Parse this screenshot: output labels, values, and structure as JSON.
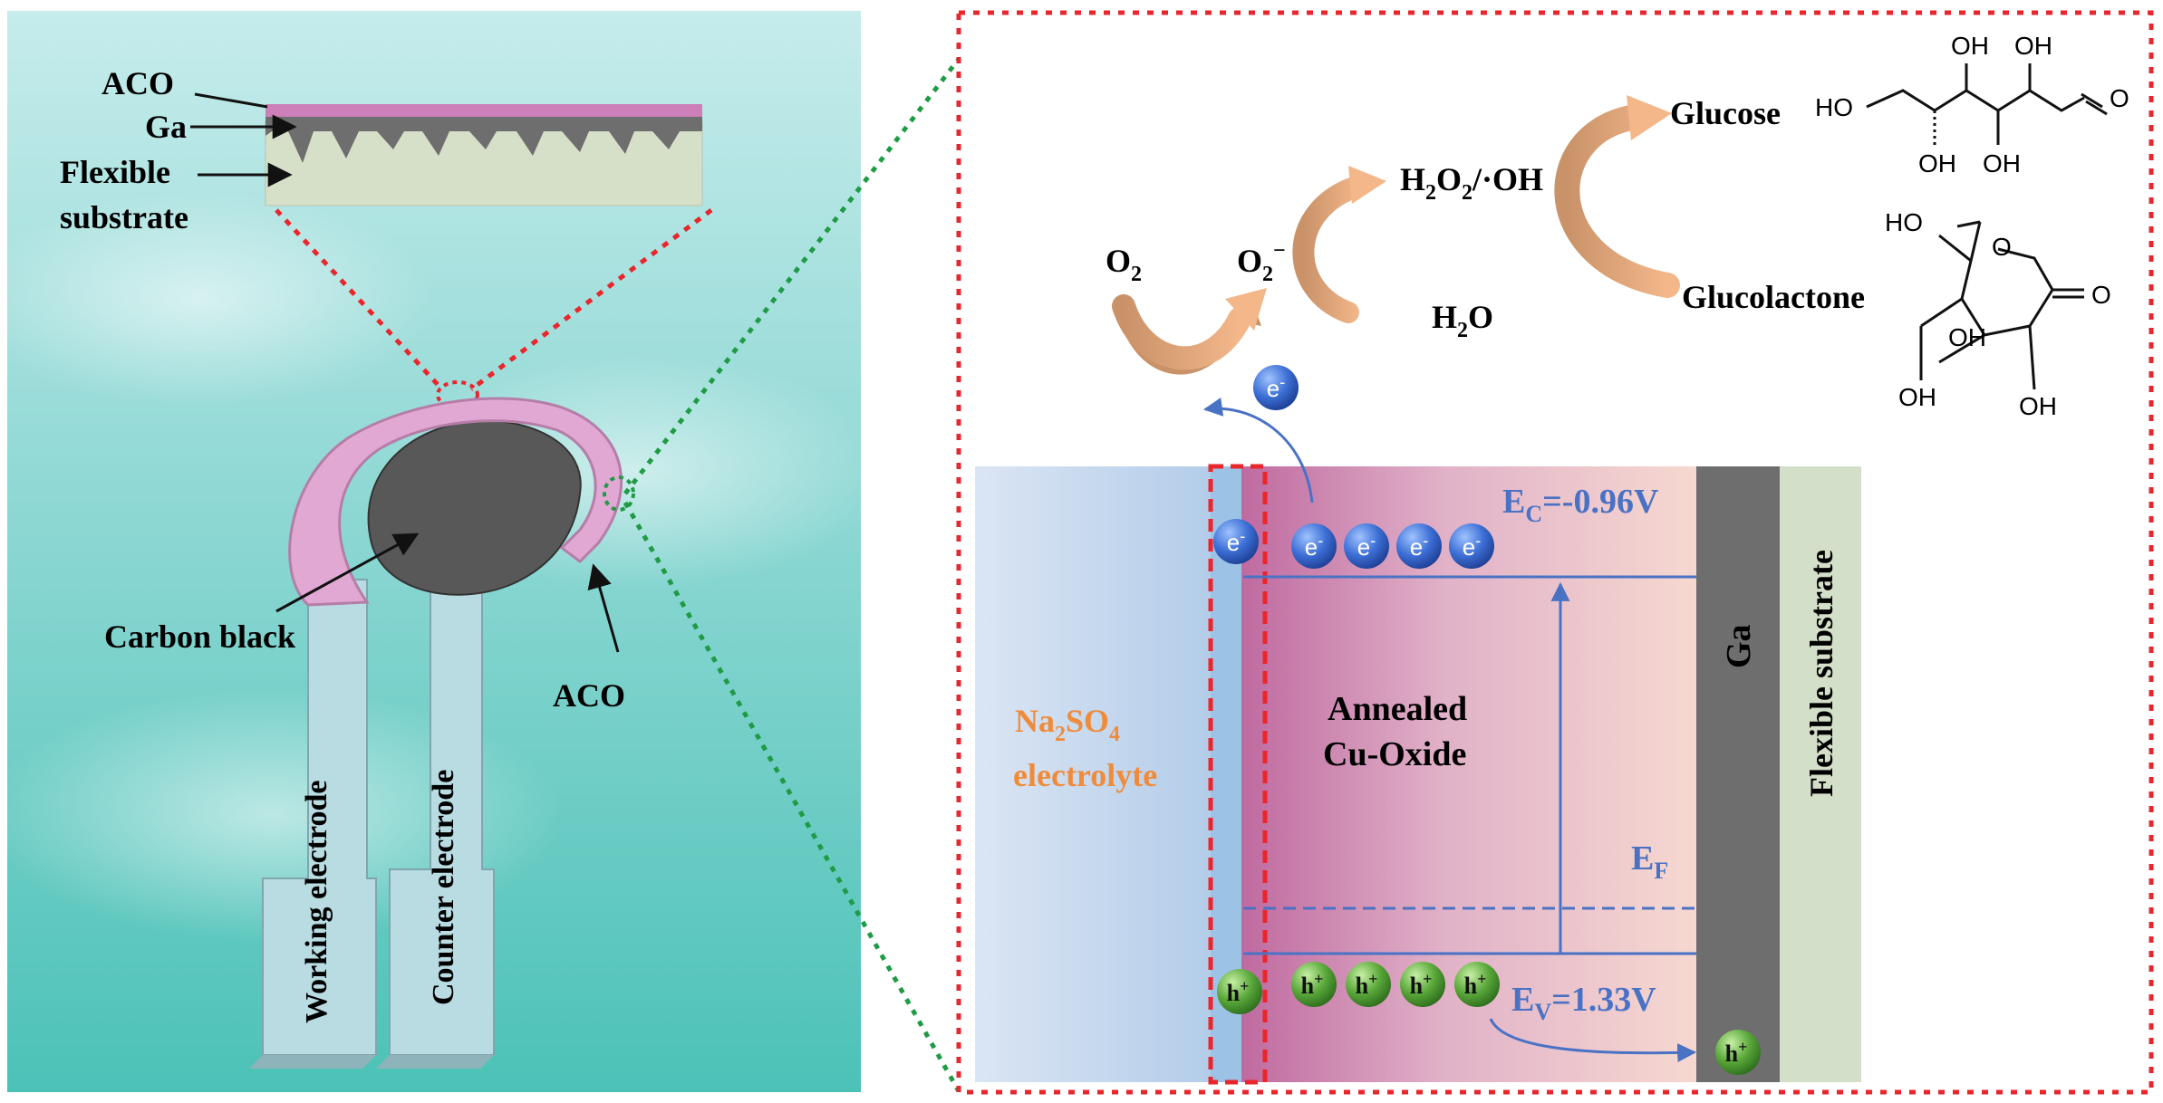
{
  "left_panel": {
    "layer_labels": {
      "aco": "ACO",
      "ga": "Ga",
      "flexible": "Flexible",
      "substrate": "substrate"
    },
    "callouts": {
      "carbon_black": "Carbon black",
      "aco": "ACO"
    },
    "electrodes": {
      "working": "Working electrode",
      "counter": "Counter electrode"
    }
  },
  "reactions": {
    "o2": {
      "base": "O",
      "sub": "2"
    },
    "superoxide": {
      "base": "O",
      "sub": "2",
      "sup": "−"
    },
    "h2o2": {
      "a": "H",
      "b": "2",
      "c": "O",
      "d": "2",
      "e": "/·OH"
    },
    "h2o": {
      "a": "H",
      "b": "2",
      "c": "O"
    },
    "glucose": "Glucose",
    "glucolactone": "Glucolactone"
  },
  "structures": {
    "ho": "HO",
    "oh": "OH",
    "o": "O"
  },
  "band_diagram": {
    "electrolyte": {
      "a": "Na",
      "b": "2",
      "c": "SO",
      "d": "4",
      "e": "electrolyte"
    },
    "semiconductor": {
      "line1": "Annealed",
      "line2": "Cu-Oxide"
    },
    "metal": "Ga",
    "substrate": "Flexible substrate",
    "ec": {
      "base": "E",
      "sub": "C",
      "value": "=-0.96V"
    },
    "ef": {
      "base": "E",
      "sub": "F"
    },
    "ev": {
      "base": "E",
      "sub": "V",
      "value": "=1.33V"
    },
    "electron": {
      "base": "e",
      "sup": "-"
    },
    "hole": {
      "base": "h",
      "sup": "+"
    }
  },
  "colors": {
    "electron": "#3d6fd6",
    "hole": "#5aa83a",
    "band_line": "#4a72c4",
    "arrow_orange": "#e9a064",
    "highlight_red": "#e8262c",
    "zoom_green": "#1f9a45"
  }
}
